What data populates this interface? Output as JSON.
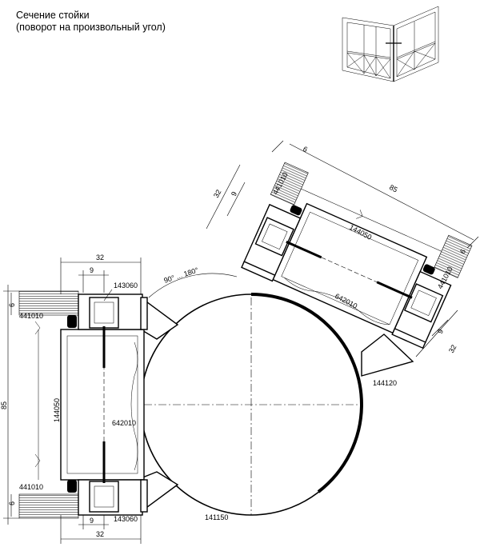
{
  "title": {
    "line1": "Сечение стойки",
    "line2": "(поворот на произвольный угол)"
  },
  "labels": {
    "left_top_width": "32",
    "left_top_inner": "9",
    "left_top_code": "143060",
    "left_top_seal": "441010",
    "left_top_thick": "6",
    "left_height": "85",
    "left_profile": "144050",
    "left_insert": "642010",
    "left_bottom_seal": "441010",
    "left_bottom_thick": "6",
    "left_bottom_inner": "9",
    "left_bottom_code": "143060",
    "left_bottom_width": "32",
    "angle": "90° ... 180°",
    "circle_code": "141150",
    "rot_thick_top": "6",
    "rot_seal_top": "441010",
    "rot_width": "32",
    "rot_inner_top": "9",
    "rot_length": "85",
    "rot_profile": "144050",
    "rot_insert": "642010",
    "rot_seal_bottom": "441010",
    "rot_thick_bottom": "6",
    "rot_inner_bottom": "9",
    "rot_width_bottom": "32",
    "rot_bracket": "144120"
  }
}
